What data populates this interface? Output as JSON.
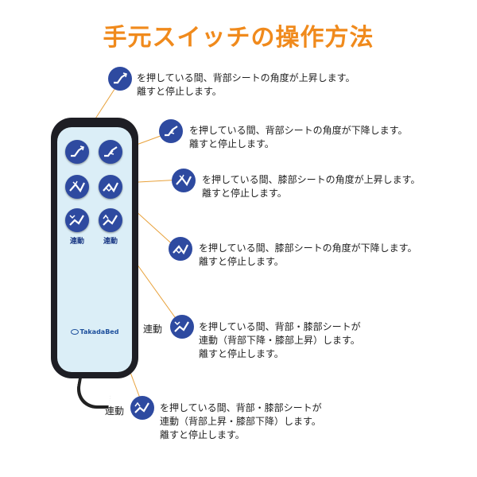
{
  "title": "手元スイッチの操作方法",
  "remote": {
    "brand": "TakadaBed",
    "buttons": [
      {
        "icon": "back-raise-icon",
        "label": ""
      },
      {
        "icon": "back-lower-icon",
        "label": ""
      },
      {
        "icon": "knee-raise-icon",
        "label": ""
      },
      {
        "icon": "knee-lower-icon",
        "label": ""
      },
      {
        "icon": "linked-lower-icon",
        "label": "連動"
      },
      {
        "icon": "linked-raise-icon",
        "label": "連動"
      }
    ]
  },
  "instructions": [
    {
      "icon": "back-raise-icon",
      "side_label": "",
      "lines": [
        "を押している間、背部シートの角度が上昇します。",
        "離すと停止します。"
      ]
    },
    {
      "icon": "back-lower-icon",
      "side_label": "",
      "lines": [
        "を押している間、背部シートの角度が下降します。",
        "離すと停止します。"
      ]
    },
    {
      "icon": "knee-raise-icon",
      "side_label": "",
      "lines": [
        "を押している間、膝部シートの角度が上昇します。",
        "離すと停止します。"
      ]
    },
    {
      "icon": "knee-lower-icon",
      "side_label": "",
      "lines": [
        "を押している間、膝部シートの角度が下降します。",
        "離すと停止します。"
      ]
    },
    {
      "icon": "linked-lower-icon",
      "side_label": "連動",
      "lines": [
        "を押している間、背部・膝部シートが",
        "連動（背部下降・膝部上昇）します。",
        "離すと停止します。"
      ]
    },
    {
      "icon": "linked-raise-icon",
      "side_label": "連動",
      "lines": [
        "を押している間、背部・膝部シートが",
        "連動（背部上昇・膝部下降）します。",
        "離すと停止します。"
      ]
    }
  ],
  "colors": {
    "accent": "#f08a1c",
    "button": "#2e4aa0",
    "face": "#dbeef7",
    "body": "#1e1e24",
    "leader": "#e8a13a"
  }
}
